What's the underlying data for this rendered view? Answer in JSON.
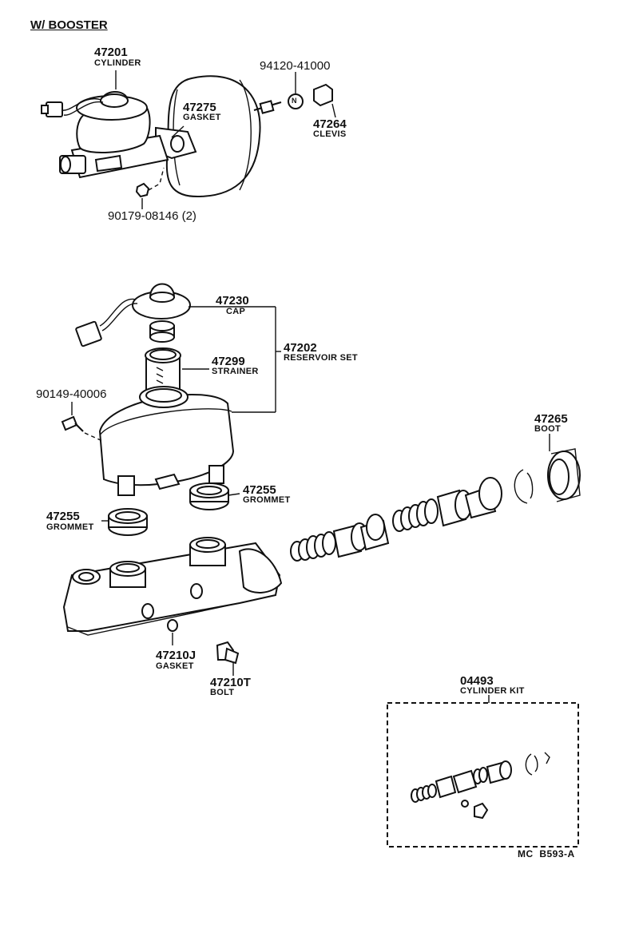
{
  "title": "W/ BOOSTER",
  "parts": {
    "p47201": {
      "num": "47201",
      "name": "CYLINDER"
    },
    "p94120": {
      "num": "94120-41000"
    },
    "p47275": {
      "num": "47275",
      "name": "GASKET"
    },
    "p47264": {
      "num": "47264",
      "name": "CLEVIS"
    },
    "p90179": {
      "num": "90179-08146 (2)"
    },
    "p47230": {
      "num": "47230",
      "name": "CAP"
    },
    "p47202": {
      "num": "47202",
      "name": "RESERVOIR SET"
    },
    "p47299": {
      "num": "47299",
      "name": "STRAINER"
    },
    "p90149": {
      "num": "90149-40006"
    },
    "p47265": {
      "num": "47265",
      "name": "BOOT"
    },
    "p47255a": {
      "num": "47255",
      "name": "GROMMET"
    },
    "p47255b": {
      "num": "47255",
      "name": "GROMMET"
    },
    "p47210j": {
      "num": "47210J",
      "name": "GASKET"
    },
    "p47210t": {
      "num": "47210T",
      "name": "BOLT"
    },
    "p04493": {
      "num": "04493",
      "name": "CYLINDER KIT"
    }
  },
  "nut_symbol": "N",
  "ref_code": "MC  B593-A"
}
